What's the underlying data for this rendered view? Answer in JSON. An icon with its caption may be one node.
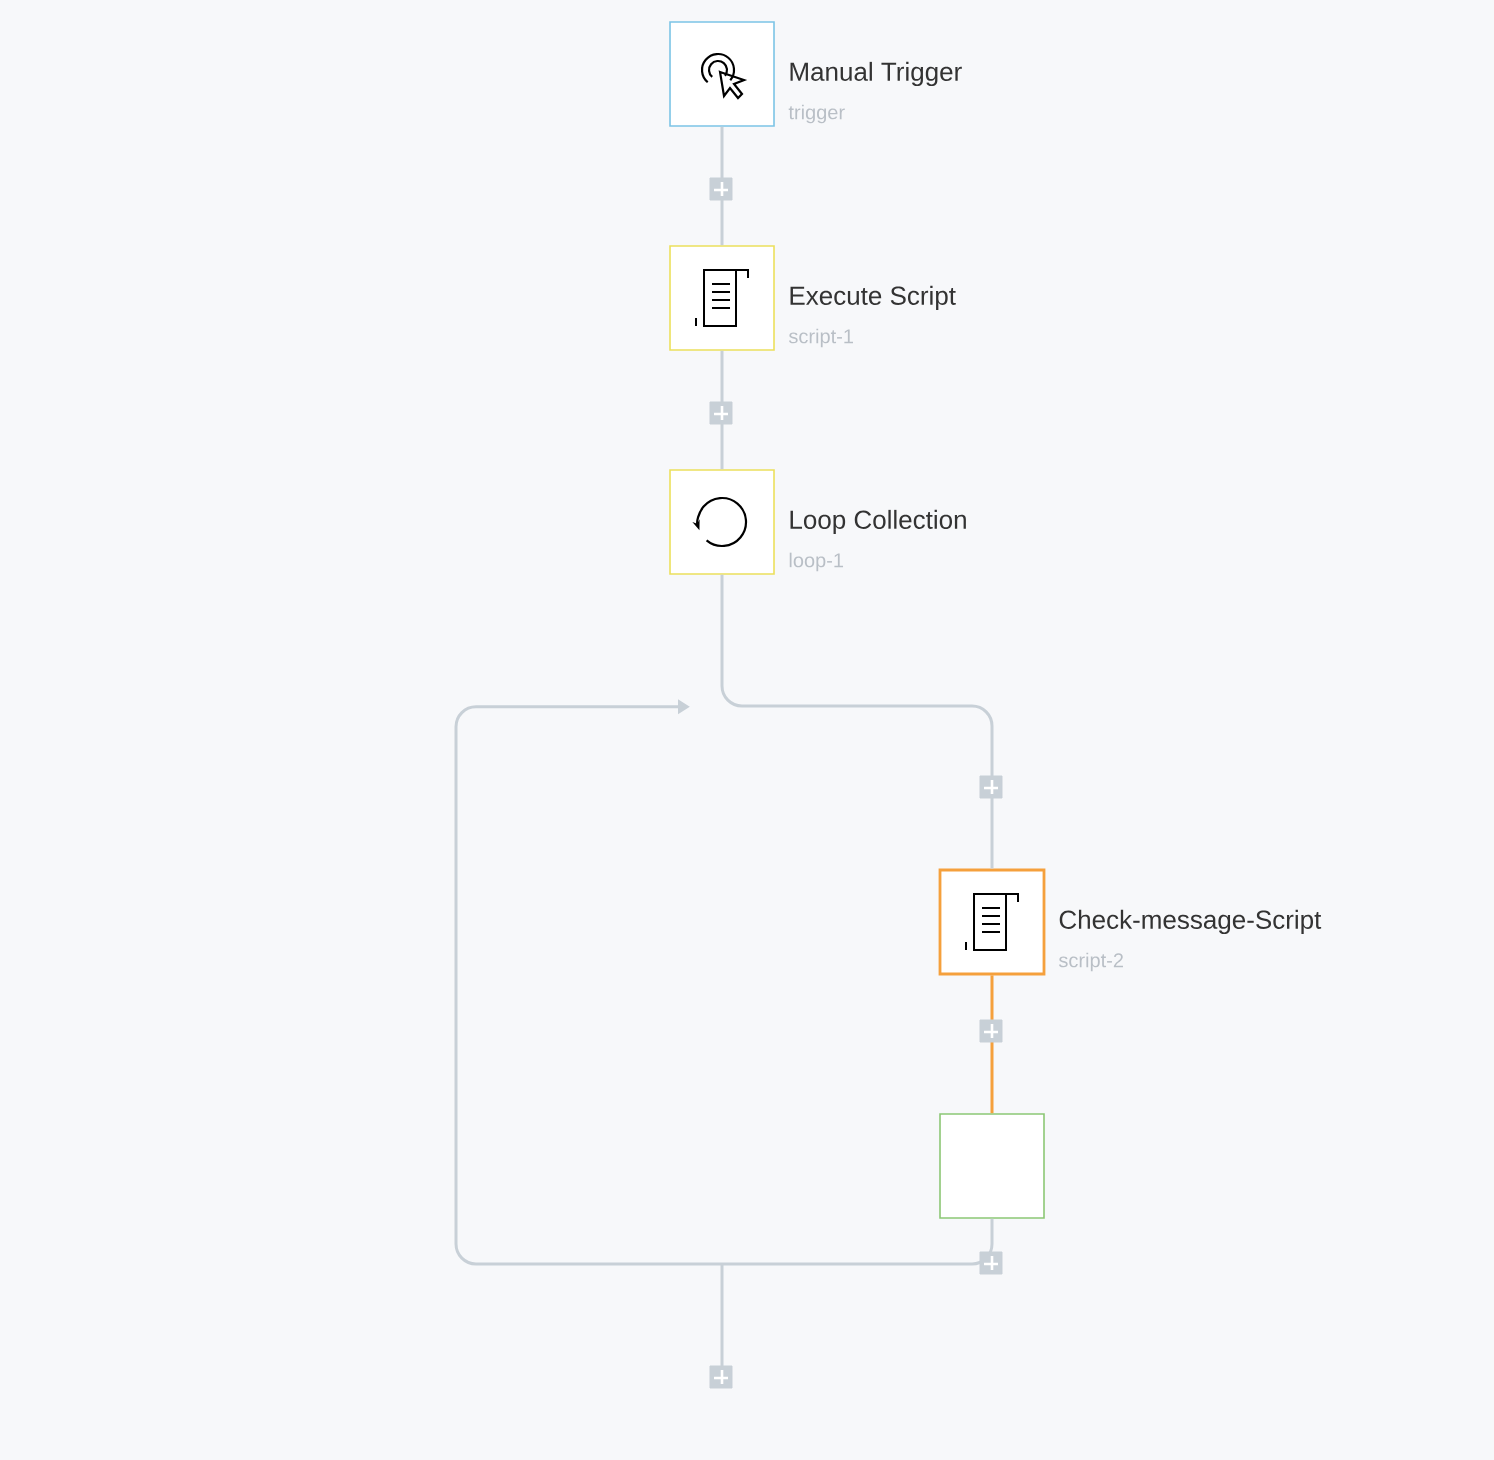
{
  "diagram": {
    "nodes": [
      {
        "text": [
          "Manual Trigger",
          "trigger"
        ]
      },
      {
        "text": [
          "Execute Script",
          "script-1"
        ]
      },
      {
        "text": [
          "Loop Collection",
          "loop-1"
        ]
      },
      {
        "text": [
          "Check-message-Script",
          "script-2"
        ]
      },
      {
        "text": [],
        "shape": "box"
      }
    ],
    "edges": [
      {
        "from": 0,
        "to": 1,
        "arrow": "none"
      },
      {
        "from": 1,
        "to": 2,
        "arrow": "none"
      },
      {
        "from": 2,
        "to": 3,
        "arrow": "none"
      },
      {
        "from": 3,
        "to": 4,
        "arrow": "none",
        "color": "#f5a03c"
      },
      {
        "from": 4,
        "to": 2,
        "arrow": "to"
      }
    ]
  }
}
